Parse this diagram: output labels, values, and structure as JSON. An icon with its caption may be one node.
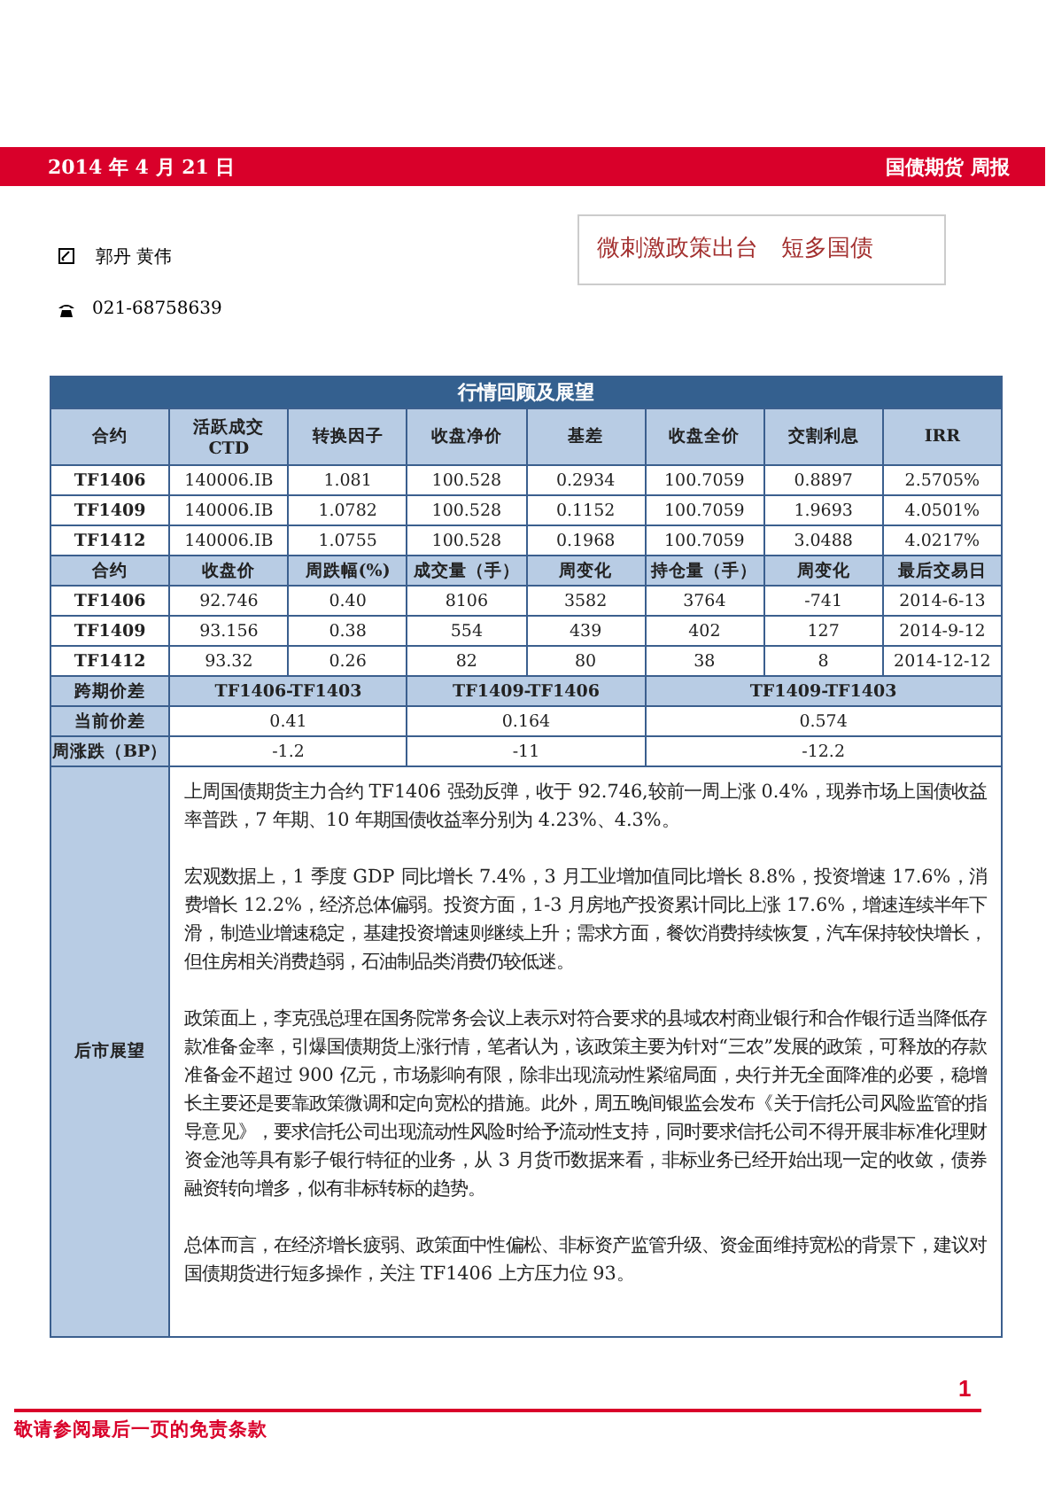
{
  "diagram": {
    "title": "微刺激政策出台　短多国债",
    "labels": [
      "2014 年 4 月 21 日",
      "国债期货 周报",
      "郭丹 黄伟",
      "021-68758639",
      "行情回顾及展望",
      "合约",
      "活跃成交 CTD",
      "转换因子",
      "收盘净价",
      "基差",
      "收盘全价",
      "交割利息",
      "IRR",
      "TF1406",
      "140006.IB",
      "1.081",
      "100.528",
      "0.2934",
      "100.7059",
      "0.8897",
      "2.5705%",
      "TF1409",
      "140006.IB",
      "1.0782",
      "100.528",
      "0.1152",
      "100.7059",
      "1.9693",
      "4.0501%",
      "TF1412",
      "140006.IB",
      "1.0755",
      "100.528",
      "0.1968",
      "100.7059",
      "3.0488",
      "4.0217%",
      "合约",
      "收盘价",
      "周跌幅(%)",
      "成交量（手）",
      "周变化",
      "持仓量（手）",
      "周变化",
      "最后交易日",
      "TF1406",
      "92.746",
      "0.40",
      "8106",
      "3582",
      "3764",
      "-741",
      "2014-6-13",
      "TF1409",
      "93.156",
      "0.38",
      "554",
      "439",
      "402",
      "127",
      "2014-9-12",
      "TF1412",
      "93.32",
      "0.26",
      "82",
      "80",
      "38",
      "8",
      "2014-12-12",
      "跨期价差",
      "TF1406-TF1403",
      "TF1409-TF1406",
      "TF1409-TF1403",
      "当前价差",
      "0.41",
      "0.164",
      "0.574",
      "周涨跌（BP）",
      "-1.2",
      "-11",
      "-12.2",
      "后市展望",
      "上周国债期货主力合约 TF1406 强劲反弹，收于 92.746,较前一周上涨 0.4%，现券市场上国债收益率普跌，7 年期、10 年期国债收益率分别为 4.23%、4.3%。",
      "宏观数据上，1 季度 GDP 同比增长 7.4%，3 月工业增加值同比增长 8.8%，投资增速 17.6%，消费增长 12.2%，经济总体偏弱。投资方面，1-3 月房地产投资累计同比上涨 17.6%，增速连续半年下滑，制造业增速稳定，基建投资增速则继续上升；需求方面，餐饮消费持续恢复，汽车保持较快增长，但住房相关消费趋弱，石油制品类消费仍较低迷。",
      "政策面上，李克强总理在国务院常务会议上表示对符合要求的县域农村商业银行和合作银行适当降低存款准备金率，引爆国债期货上涨行情，笔者认为，该政策主要为针对“三农”发展的政策，可释放的存款准备金不超过 900 亿元，市场影响有限，除非出现流动性紧缩局面，央行并无全面降准的必要，稳增长主要还是要靠政策微调和定向宽松的措施。此外，周五晚间银监会发布《关于信托公司风险监管的指导意见》，要求信托公司出现流动性风险时给予流动性支持，同时要求信托公司不得开展非标准化理财资金池等具有影子银行特征的业务，从 3 月货币数据来看，非标业务已经开始出现一定的收敛，债券融资转向增多，似有非标转标的趋势。",
      "总体而言，在经济增长疲弱、政策面中性偏松、非标资产监管升级、资金面维持宽松的背景下，建议对国债期货进行短多操作，关注 TF1406 上方压力位 93。",
      "1",
      "敬请参阅最后一页的免责条款"
    ]
  }
}
